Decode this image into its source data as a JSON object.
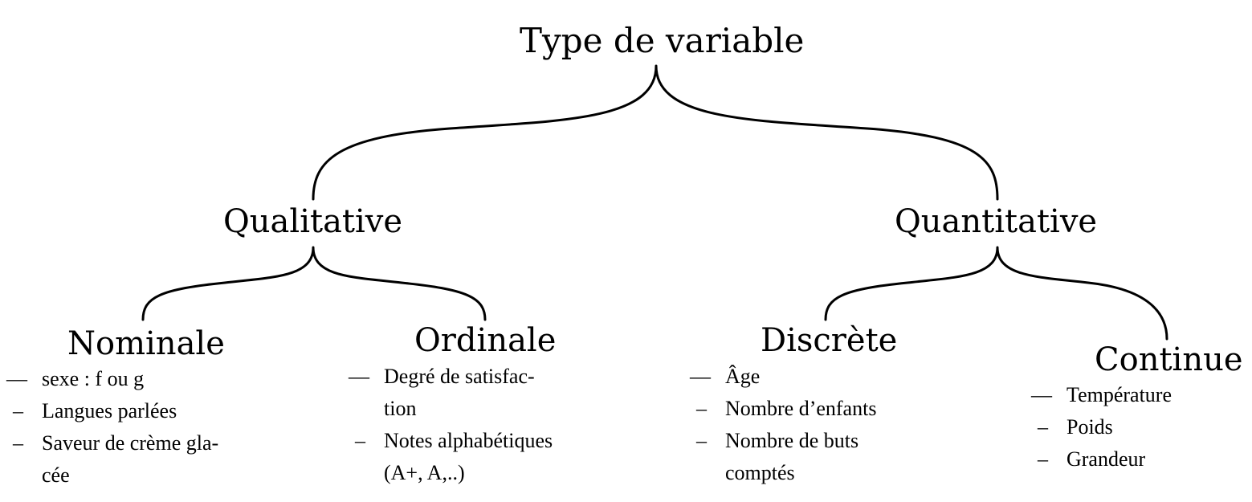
{
  "root": {
    "label": "Type de variable"
  },
  "categories": [
    {
      "label": "Qualitative",
      "children": [
        {
          "label": "Nominale",
          "items": [
            "sexe : f ou g",
            "Langues parlées",
            "Saveur de crème gla-\ncée"
          ]
        },
        {
          "label": "Ordinale",
          "items": [
            "Degré de satisfac-\ntion",
            "Notes alphabétiques\n(A+, A,..)"
          ]
        }
      ]
    },
    {
      "label": "Quantitative",
      "children": [
        {
          "label": "Discrète",
          "items": [
            "Âge",
            "Nombre d’enfants",
            "Nombre de buts\ncomptés"
          ]
        },
        {
          "label": "Continue",
          "items": [
            "Température",
            "Poids",
            "Grandeur"
          ]
        }
      ]
    }
  ],
  "bullet_first": "—",
  "bullet": "–"
}
